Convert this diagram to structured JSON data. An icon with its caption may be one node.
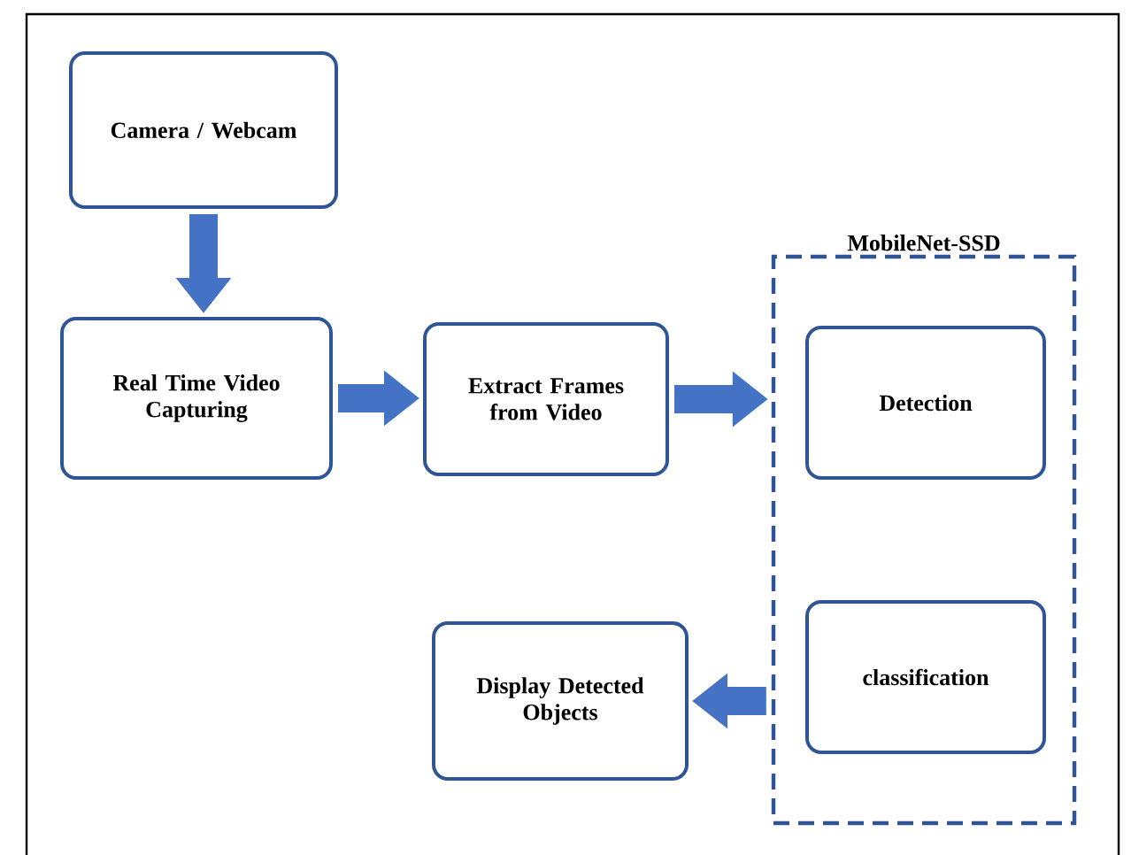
{
  "diagram": {
    "nodes": [
      {
        "text": [
          "Camera / Webcam"
        ]
      },
      {
        "text": [
          "Real Time Video Capturing"
        ]
      },
      {
        "text": [
          "Extract Frames from Video"
        ]
      },
      {
        "text": [
          "MobileNet-SSD"
        ]
      },
      {
        "text": [
          "Detection"
        ],
        "in": 3
      },
      {
        "text": [
          "classification"
        ],
        "in": 3
      },
      {
        "text": [
          "Display Detected Objects"
        ]
      }
    ],
    "edges": [
      {
        "from": 0,
        "to": 1,
        "arrow": "to"
      },
      {
        "from": 1,
        "to": 2,
        "arrow": "to"
      },
      {
        "from": 2,
        "to": 3,
        "arrow": "to"
      },
      {
        "from": 3,
        "to": 6,
        "arrow": "to"
      }
    ]
  }
}
